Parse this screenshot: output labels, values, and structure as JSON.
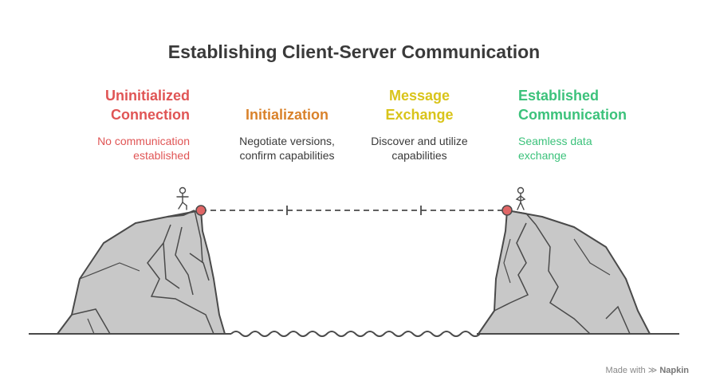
{
  "title": "Establishing Client-Server Communication",
  "stages": [
    {
      "title_line1": "Uninitialized",
      "title_line2": "Connection",
      "desc_line1": "No communication",
      "desc_line2": "established",
      "color": "#e05555"
    },
    {
      "title_line1": "Initialization",
      "title_line2": "",
      "desc_line1": "Negotiate versions,",
      "desc_line2": "confirm capabilities",
      "color": "#d9822b"
    },
    {
      "title_line1": "Message",
      "title_line2": "Exchange",
      "desc_line1": "Discover and utilize",
      "desc_line2": "capabilities",
      "color": "#d9c41a"
    },
    {
      "title_line1": "Established",
      "title_line2": "Communication",
      "desc_line1": "Seamless data",
      "desc_line2": "exchange",
      "color": "#3cc27b"
    }
  ],
  "credit": {
    "prefix": "Made with",
    "brand": "Napkin"
  },
  "colors": {
    "rock": "#c8c8c8",
    "stroke": "#4a4a4a",
    "endpoint": "#e06666"
  }
}
